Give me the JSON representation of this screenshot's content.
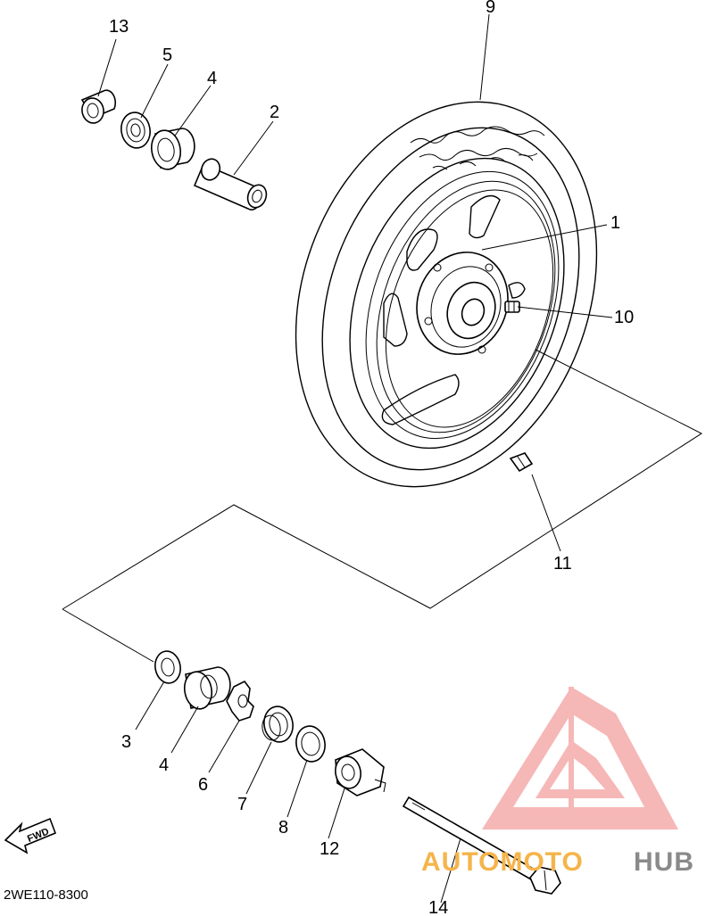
{
  "diagram_code": "2WE110-8300",
  "fwd_label": "FWD",
  "watermark": {
    "part1": "AUTOMOTO",
    "part2": "HUB",
    "accent": "#f08a8a"
  },
  "callouts": {
    "c1": "1",
    "c2": "2",
    "c3": "3",
    "c4a": "4",
    "c4b": "4",
    "c5": "5",
    "c6": "6",
    "c7": "7",
    "c8": "8",
    "c9": "9",
    "c10": "10",
    "c11": "11",
    "c12": "12",
    "c13": "13",
    "c14": "14"
  }
}
